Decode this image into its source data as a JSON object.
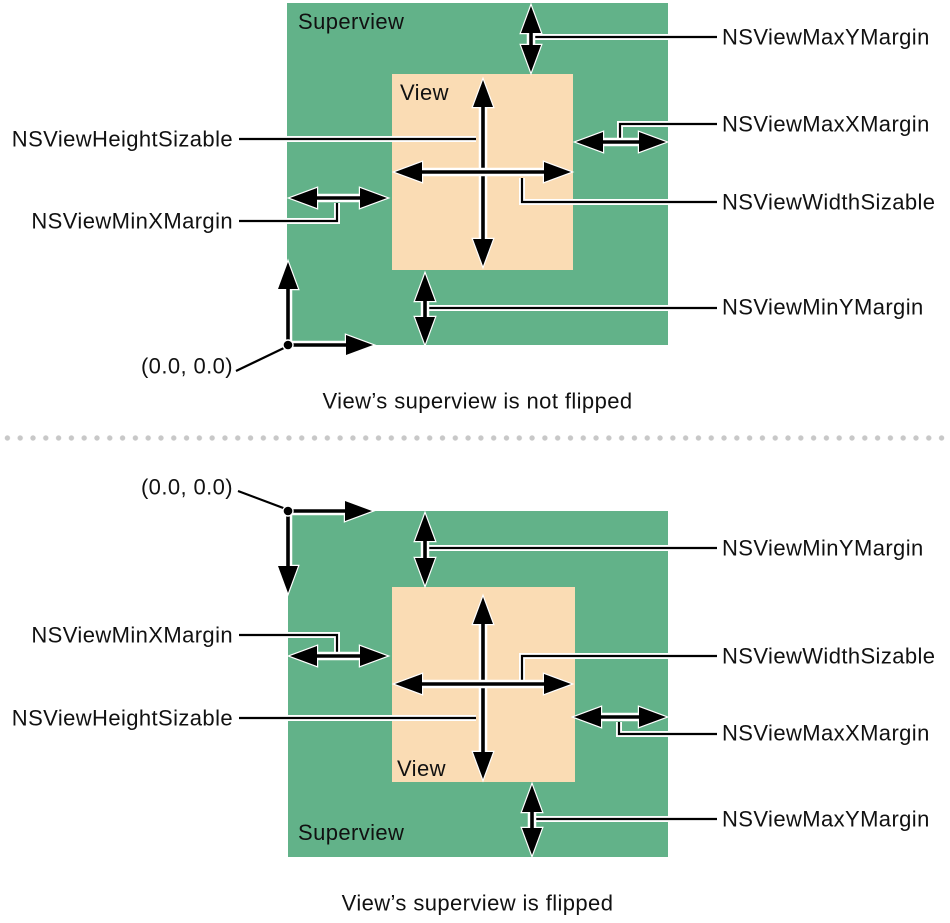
{
  "colors": {
    "superview_fill": "#62B289",
    "view_fill": "#FADCB4",
    "divider_dot": "#c8c8c8",
    "line": "#000000",
    "background": "#FFFFFF"
  },
  "top_diagram": {
    "superview_label": "Superview",
    "view_label": "View",
    "origin_label": "(0.0, 0.0)",
    "caption": "View’s superview is not flipped",
    "labels": {
      "max_y_margin": "NSViewMaxYMargin",
      "max_x_margin": "NSViewMaxXMargin",
      "width_sizable": "NSViewWidthSizable",
      "min_y_margin": "NSViewMinYMargin",
      "height_sizable": "NSViewHeightSizable",
      "min_x_margin": "NSViewMinXMargin"
    }
  },
  "bottom_diagram": {
    "superview_label": "Superview",
    "view_label": "View",
    "origin_label": "(0.0, 0.0)",
    "caption": "View’s superview is flipped",
    "labels": {
      "min_y_margin": "NSViewMinYMargin",
      "width_sizable": "NSViewWidthSizable",
      "max_x_margin": "NSViewMaxXMargin",
      "max_y_margin": "NSViewMaxYMargin",
      "height_sizable": "NSViewHeightSizable",
      "min_x_margin": "NSViewMinXMargin"
    }
  }
}
